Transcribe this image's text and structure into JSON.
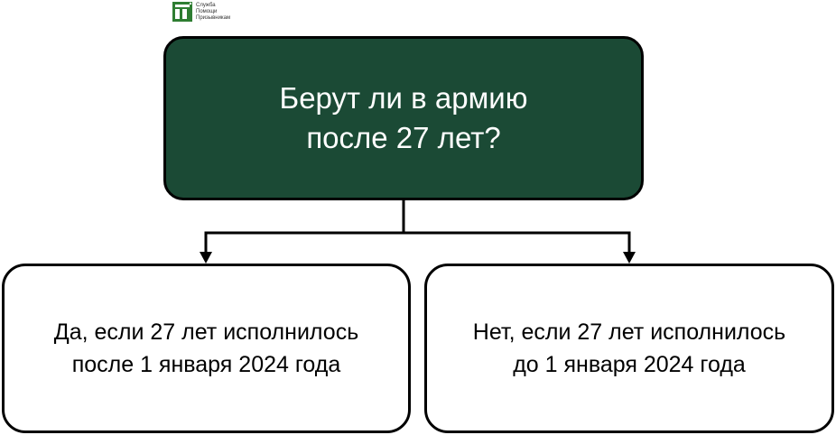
{
  "colors": {
    "top_box_fill": "#1b4a35",
    "border": "#000000",
    "logo_green": "#2e7d32"
  },
  "logo": {
    "icon": "logo-mark-icon",
    "lines": [
      "Служба",
      "Помощи",
      "Призывникам"
    ]
  },
  "question": {
    "line1": "Берут ли в армию",
    "line2": "после 27 лет?"
  },
  "answers": {
    "yes": {
      "line1": "Да, если 27 лет исполнилось",
      "line2": "после 1 января 2024 года"
    },
    "no": {
      "line1": "Нет, если 27 лет исполнилось",
      "line2": "до 1 января 2024 года"
    }
  }
}
